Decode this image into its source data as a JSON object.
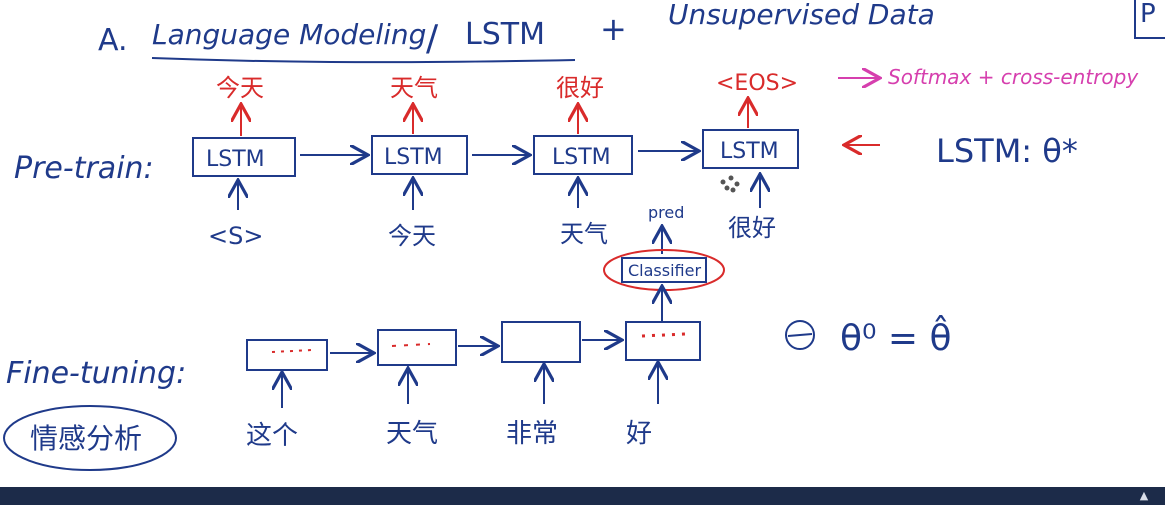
{
  "title": {
    "prefix": "A.",
    "main": "Language Modeling",
    "slash": "/",
    "lstm": "LSTM",
    "plus": "+",
    "tail": "Unsupervised Data",
    "corner": "P"
  },
  "colors": {
    "ink": "#1f3a8a",
    "red": "#d92b2b",
    "magenta": "#d63fae",
    "bar": "#1c2b49"
  },
  "pretrain": {
    "label": "Pre-train:",
    "cells": [
      {
        "box": "LSTM",
        "input": "<S>",
        "output": "今天"
      },
      {
        "box": "LSTM",
        "input": "今天",
        "output": "天气"
      },
      {
        "box": "LSTM",
        "input": "天气",
        "output": "很好"
      },
      {
        "box": "LSTM",
        "input": "很好",
        "output": "<EOS>"
      }
    ],
    "loss_note": "Softmax + cross-entropy",
    "params_note": "LSTM: θ*"
  },
  "classifier": {
    "label": "Classifier",
    "output": "pred"
  },
  "finetune": {
    "label": "Fine-tuning:",
    "task": "情感分析",
    "inputs": [
      "这个",
      "天气",
      "非常",
      "好"
    ]
  },
  "equation": "θ⁰ = θ̂",
  "player": {
    "icon": "caret-up-icon"
  }
}
